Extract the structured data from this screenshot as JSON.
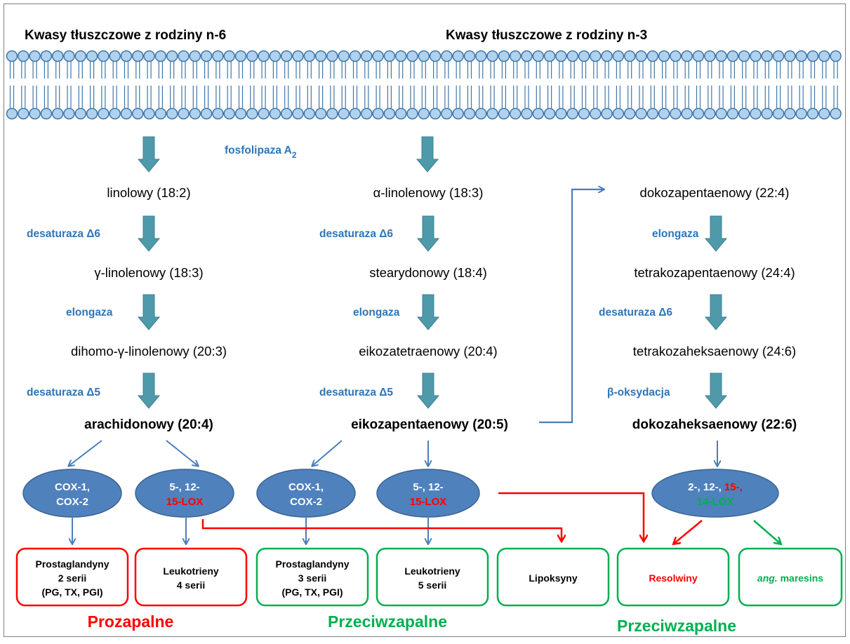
{
  "headers": {
    "n6": "Kwasy tłuszczowe z rodziny n-6",
    "n3": "Kwasy tłuszczowe z rodziny n-3"
  },
  "enzymes": {
    "phospholipase": "fosfolipaza A",
    "phospholipase_sub": "2",
    "desaturase6": "desaturaza Δ6",
    "desaturase5": "desaturaza Δ5",
    "elongase": "elongaza",
    "beta_oxidation": "β-oksydacja"
  },
  "n6_path": [
    "linolowy (18:2)",
    "γ-linolenowy (18:3)",
    "dihomo-γ-linolenowy (20:3)",
    "arachidonowy (20:4)"
  ],
  "n3_path": [
    "α-linolenowy (18:3)",
    "stearydonowy (18:4)",
    "eikozatetraenowy (20:4)",
    "eikozapentaenowy (20:5)"
  ],
  "dha_path": [
    "dokozapentaenowy (22:4)",
    "tetrakozapentaenowy (24:4)",
    "tetrakozaheksaenowy (24:6)",
    "dokozaheksaenowy (22:6)"
  ],
  "ovals": {
    "cox_line1": "COX-1,",
    "cox_line2": "COX-2",
    "lox_line1": "5-, 12-",
    "lox_line2": "15-LOX",
    "dha_lox_a": "2-, 12-, ",
    "dha_lox_b": "15-,",
    "dha_lox_c": "14-LOX"
  },
  "boxes": {
    "pg2": [
      "Prostaglandyny",
      "2 serii",
      "(PG, TX, PGI)"
    ],
    "lt4": [
      "Leukotrieny",
      "4 serii"
    ],
    "pg3": [
      "Prostaglandyny",
      "3 serii",
      "(PG, TX, PGI)"
    ],
    "lt5": [
      "Leukotrieny",
      "5 serii"
    ],
    "lipoxins": "Lipoksyny",
    "resolvins": "Resolwiny",
    "maresins_prefix": "ang.",
    "maresins": " maresins"
  },
  "classes": {
    "pro": "Prozapalne",
    "anti1": "Przeciwzapalne",
    "anti2": "Przeciwzapalne"
  },
  "colors": {
    "enzyme_text": "#2e75b6",
    "block_arrow": "#4e9aaa",
    "thin_arrow": "#4a7ebb",
    "oval_fill": "#4f81bd",
    "red": "#ff0000",
    "green": "#00b050",
    "membrane_head": "#b0d2ee"
  }
}
